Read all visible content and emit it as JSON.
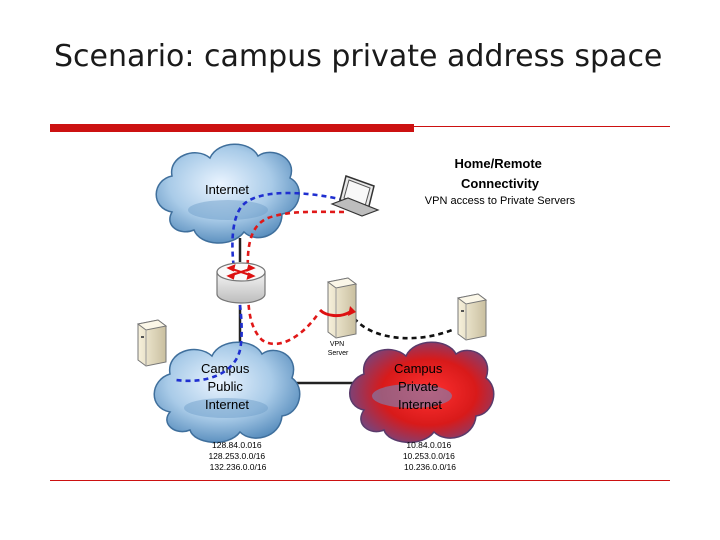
{
  "slide": {
    "title": "Scenario: campus private address space"
  },
  "diagram": {
    "internet_cloud": "Internet",
    "campus_public": [
      "Campus",
      "Public",
      "Internet"
    ],
    "campus_private": [
      "Campus",
      "Private",
      "Internet"
    ],
    "vpn_server": [
      "VPN",
      "Server"
    ],
    "home_remote": {
      "title_lines": [
        "Home/Remote",
        "Connectivity"
      ],
      "subtitle": "VPN access to Private Servers"
    },
    "public_ranges": [
      "128.84.0.016",
      "128.253.0.0/16",
      "132.236.0.0/16"
    ],
    "private_ranges": [
      "10.84.0.016",
      "10.253.0.0/16",
      "10.236.0.0/16"
    ],
    "colors": {
      "accent_red": "#cc1111",
      "cloud_blue": "#8fb9dc",
      "private_red": "#e01818",
      "path_blue": "#1f2fd0",
      "path_red": "#e01818"
    },
    "icons": [
      "cloud-icon",
      "router-icon",
      "laptop-icon",
      "server-icon"
    ]
  }
}
